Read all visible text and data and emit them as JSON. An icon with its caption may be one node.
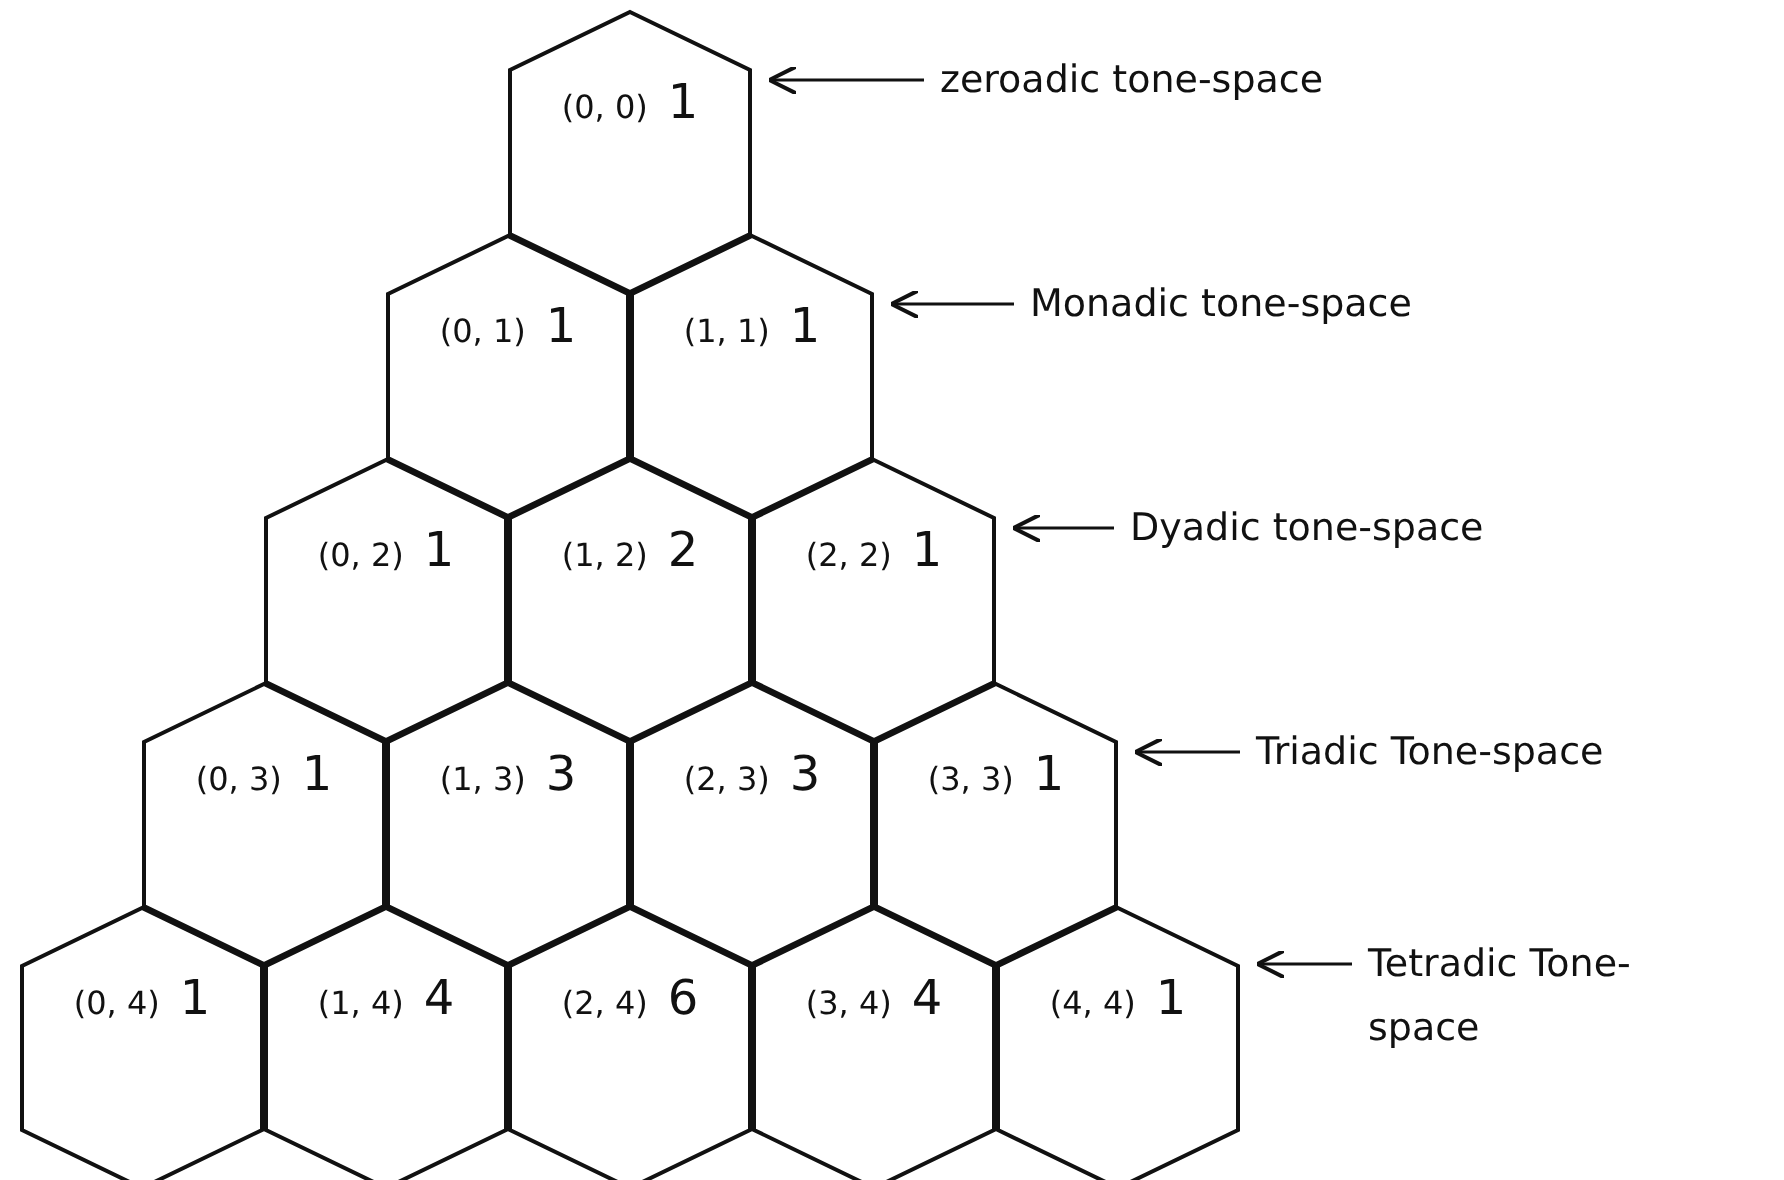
{
  "diagram": {
    "nodes": [
      {
        "text": [
          "(0, 0)",
          "1"
        ]
      },
      {
        "text": [
          "(0, 1)",
          "1"
        ]
      },
      {
        "text": [
          "(1, 1)",
          "1"
        ]
      },
      {
        "text": [
          "(0, 2)",
          "1"
        ]
      },
      {
        "text": [
          "(1, 2)",
          "2"
        ]
      },
      {
        "text": [
          "(2, 2)",
          "1"
        ]
      },
      {
        "text": [
          "(0, 3)",
          "1"
        ]
      },
      {
        "text": [
          "(1, 3)",
          "3"
        ]
      },
      {
        "text": [
          "(2, 3)",
          "3"
        ]
      },
      {
        "text": [
          "(3, 3)",
          "1"
        ]
      },
      {
        "text": [
          "(0, 4)",
          "1"
        ]
      },
      {
        "text": [
          "(1, 4)",
          "4"
        ]
      },
      {
        "text": [
          "(2, 4)",
          "6"
        ]
      },
      {
        "text": [
          "(3, 4)",
          "4"
        ]
      },
      {
        "text": [
          "(4, 4)",
          "1"
        ]
      },
      {
        "text": [
          "zeroadic tone-space"
        ]
      },
      {
        "text": [
          "Monadic tone-space"
        ]
      },
      {
        "text": [
          "Dyadic tone-space"
        ]
      },
      {
        "text": [
          "Triadic Tone-space"
        ]
      },
      {
        "text": [
          "Tetradic Tone-space"
        ]
      }
    ],
    "edges": [
      {
        "from": 15,
        "to": 0,
        "arrow": "to"
      },
      {
        "from": 16,
        "to": 2,
        "arrow": "to"
      },
      {
        "from": 17,
        "to": 5,
        "arrow": "to"
      },
      {
        "from": 18,
        "to": 9,
        "arrow": "to"
      },
      {
        "from": 19,
        "to": 14,
        "arrow": "to"
      }
    ]
  }
}
